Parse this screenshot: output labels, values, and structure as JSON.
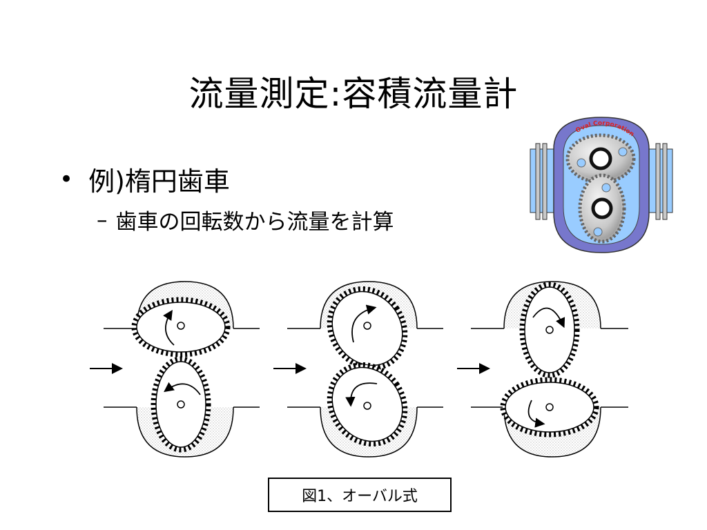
{
  "slide": {
    "title": "流量測定:容積流量計",
    "bullet_level1": "例)楕円歯車",
    "bullet_level2": "歯車の回転数から流量を計算",
    "bullet_symbol": "•",
    "dash_symbol": "–",
    "caption": "図1、オーバル式"
  },
  "image": {
    "logo_text": "Oval Corporation",
    "colors": {
      "pipe_fill": "#99ccff",
      "casing_fill": "#7777cc",
      "logo_text": "#dd2222"
    }
  },
  "diagram": {
    "panels": 3,
    "flow_arrows": 3
  }
}
